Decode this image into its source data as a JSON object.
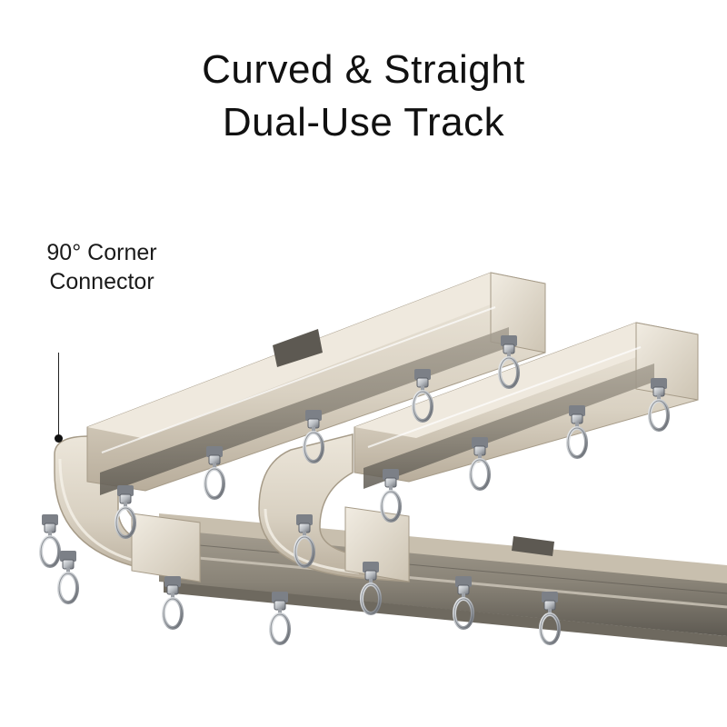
{
  "title": {
    "line1": "Curved & Straight",
    "line2": "Dual-Use Track"
  },
  "callout": {
    "line1": "90° Corner",
    "line2": "Connector"
  },
  "colors": {
    "track_body": "#d9d1c2",
    "track_shade": "#b8ad9b",
    "track_highlight": "#ece6da",
    "rail_metal": "#8a8478",
    "hook_metal": "#c9ccd0",
    "hook_dark": "#6c7077"
  },
  "icons": {
    "glider_hook": "glider-hook-icon",
    "corner_connector": "corner-connector-icon"
  }
}
